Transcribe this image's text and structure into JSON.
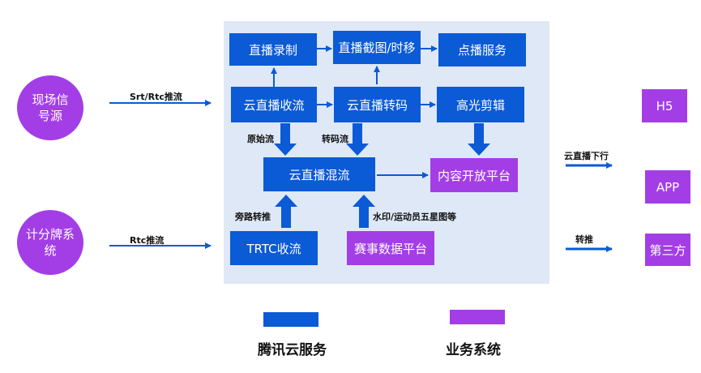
{
  "sources": {
    "signal": "现场信号源",
    "scoreboard": "计分牌系统"
  },
  "nodes": {
    "live_record": "直播录制",
    "live_screenshot": "直播截图/时移",
    "vod_service": "点播服务",
    "cloud_ingest": "云直播收流",
    "cloud_transcode": "云直播转码",
    "highlight_edit": "高光剪辑",
    "cloud_mix": "云直播混流",
    "content_platform": "内容开放平台",
    "trtc_ingest": "TRTC收流",
    "event_data_platform": "赛事数据平台"
  },
  "outputs": {
    "h5": "H5",
    "app": "APP",
    "third_party": "第三方"
  },
  "edge_labels": {
    "srt_rtc_push": "Srt/Rtc推流",
    "rtc_push": "Rtc推流",
    "raw_stream": "原始流",
    "transcoded_stream": "转码流",
    "bypass_push": "旁路转推",
    "watermark": "水印/运动员五星图等",
    "cloud_live_down": "云直播下行",
    "relay": "转推"
  },
  "legend": {
    "tencent": "腾讯云服务",
    "business": "业务系统"
  },
  "colors": {
    "tencent_blue": "#0b5ad6",
    "business_purple": "#a33ee6",
    "panel_bg": "#dfe8f6"
  }
}
